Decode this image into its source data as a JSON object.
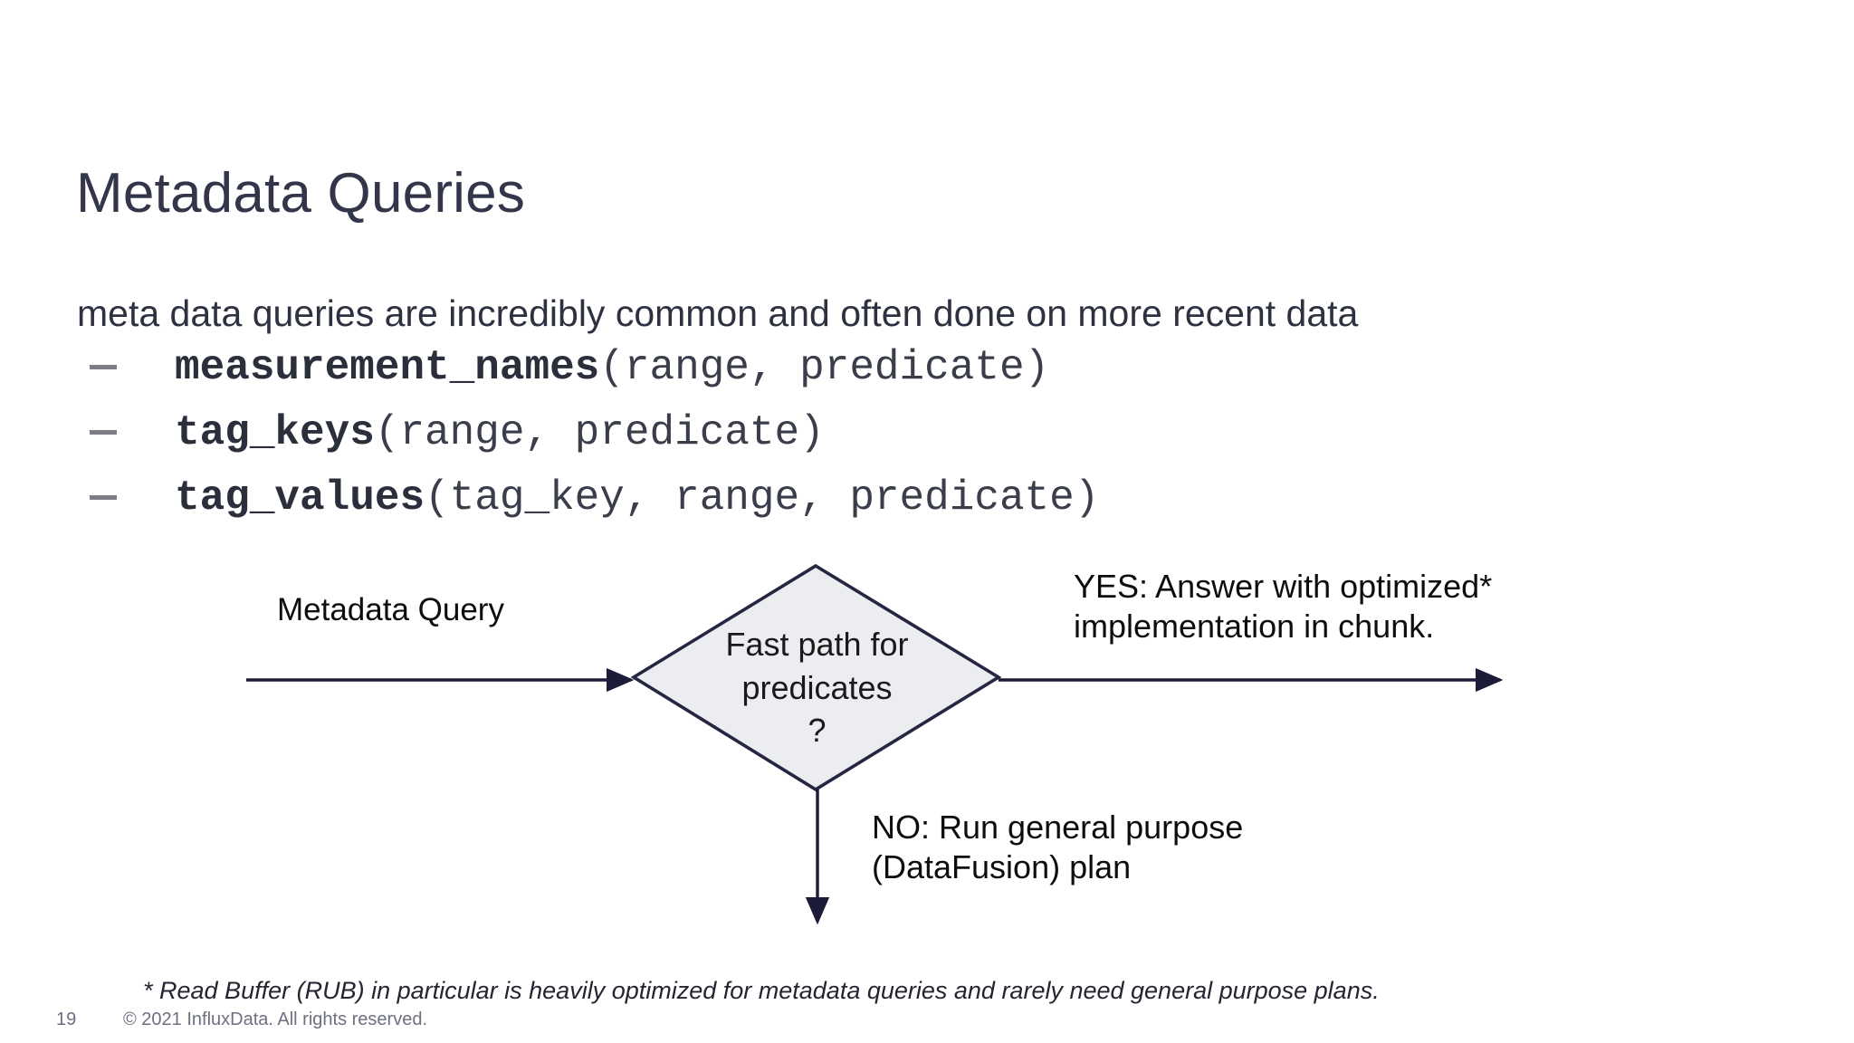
{
  "slide": {
    "title": "Metadata Queries",
    "subtitle": "meta data queries are incredibly common and often done on more recent data",
    "background_color": "#ffffff",
    "title_color": "#33364a"
  },
  "code_list": [
    {
      "function": "measurement_names",
      "args": "(range, predicate)"
    },
    {
      "function": "tag_keys",
      "args": "(range, predicate)"
    },
    {
      "function": "tag_values",
      "args": "(tag_key, range, predicate)"
    }
  ],
  "flowchart": {
    "type": "decision-flow",
    "input_label": "Metadata Query",
    "decision": {
      "line1": "Fast path for",
      "line2": "predicates",
      "line3": "?",
      "text": "Fast path for\npredicates\n?",
      "fill_color": "#ecedf1",
      "stroke_color": "#262642"
    },
    "yes_branch": {
      "line1": "YES: Answer with optimized*",
      "line2": "implementation in chunk.",
      "text": "YES: Answer with optimized*\nimplementation in chunk."
    },
    "no_branch": {
      "line1": "NO: Run general purpose",
      "line2": "(DataFusion) plan",
      "text": "NO: Run general purpose\n(DataFusion) plan"
    },
    "arrow_color": "#1c1c38"
  },
  "footnote": "* Read Buffer (RUB) in particular is heavily optimized for metadata queries and rarely need general purpose plans.",
  "footer": {
    "page_number": "19",
    "copyright": "© 2021 InfluxData. All rights reserved.",
    "color": "#6d7080"
  }
}
